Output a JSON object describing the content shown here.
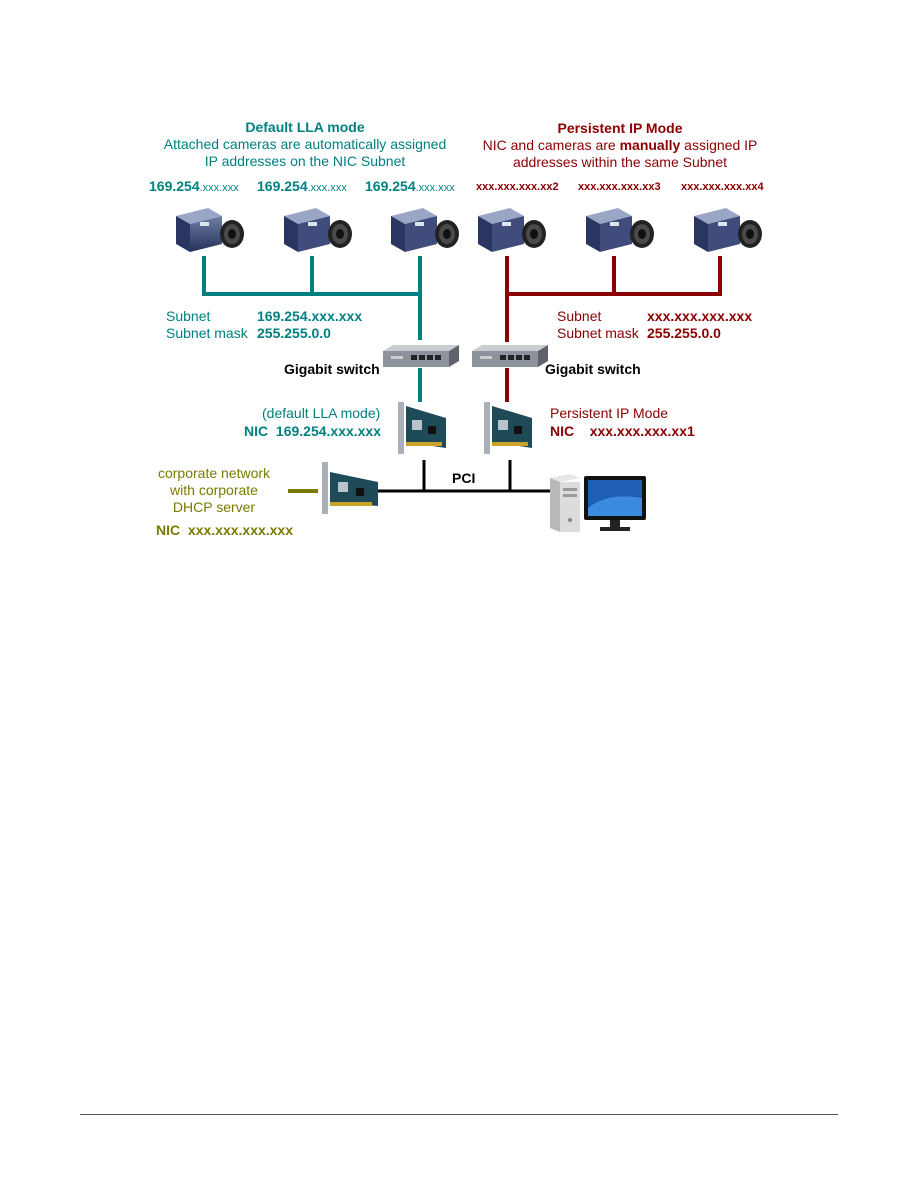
{
  "lla": {
    "title": "Default LLA mode",
    "desc1": "Attached cameras are automatically assigned",
    "desc2": "IP addresses on the NIC Subnet",
    "cameras": [
      {
        "prefix": "169.254",
        "suffix": ".xxx.xxx"
      },
      {
        "prefix": "169.254",
        "suffix": ".xxx.xxx"
      },
      {
        "prefix": "169.254",
        "suffix": ".xxx.xxx"
      }
    ],
    "subnet_label": "Subnet",
    "subnet_value": "169.254.xxx.xxx",
    "mask_label": "Subnet mask",
    "mask_value": "255.255.0.0",
    "switch_label": "Gigabit switch",
    "nic_mode": "(default LLA mode)",
    "nic_label": "NIC",
    "nic_value": "169.254.xxx.xxx"
  },
  "persistent": {
    "title": "Persistent IP Mode",
    "desc1_pre": "NIC and cameras are ",
    "desc1_bold": "manually",
    "desc1_post": " assigned IP",
    "desc2": "addresses within the same Subnet",
    "cameras": [
      "xxx.xxx.xxx.xx2",
      "xxx.xxx.xxx.xx3",
      "xxx.xxx.xxx.xx4"
    ],
    "subnet_label": "Subnet",
    "subnet_value": "xxx.xxx.xxx.xxx",
    "mask_label": "Subnet mask",
    "mask_value": "255.255.0.0",
    "switch_label": "Gigabit switch",
    "nic_mode": "Persistent IP Mode",
    "nic_label": "NIC",
    "nic_value": "xxx.xxx.xxx.xx1"
  },
  "corporate": {
    "line1": "corporate network",
    "line2": "with corporate",
    "line3": "DHCP server",
    "nic_label": "NIC",
    "nic_value": "xxx.xxx.xxx.xxx"
  },
  "bus_label": "PCI",
  "colors": {
    "teal": "#008080",
    "red": "#8b0000",
    "olive": "#7a7a00"
  }
}
